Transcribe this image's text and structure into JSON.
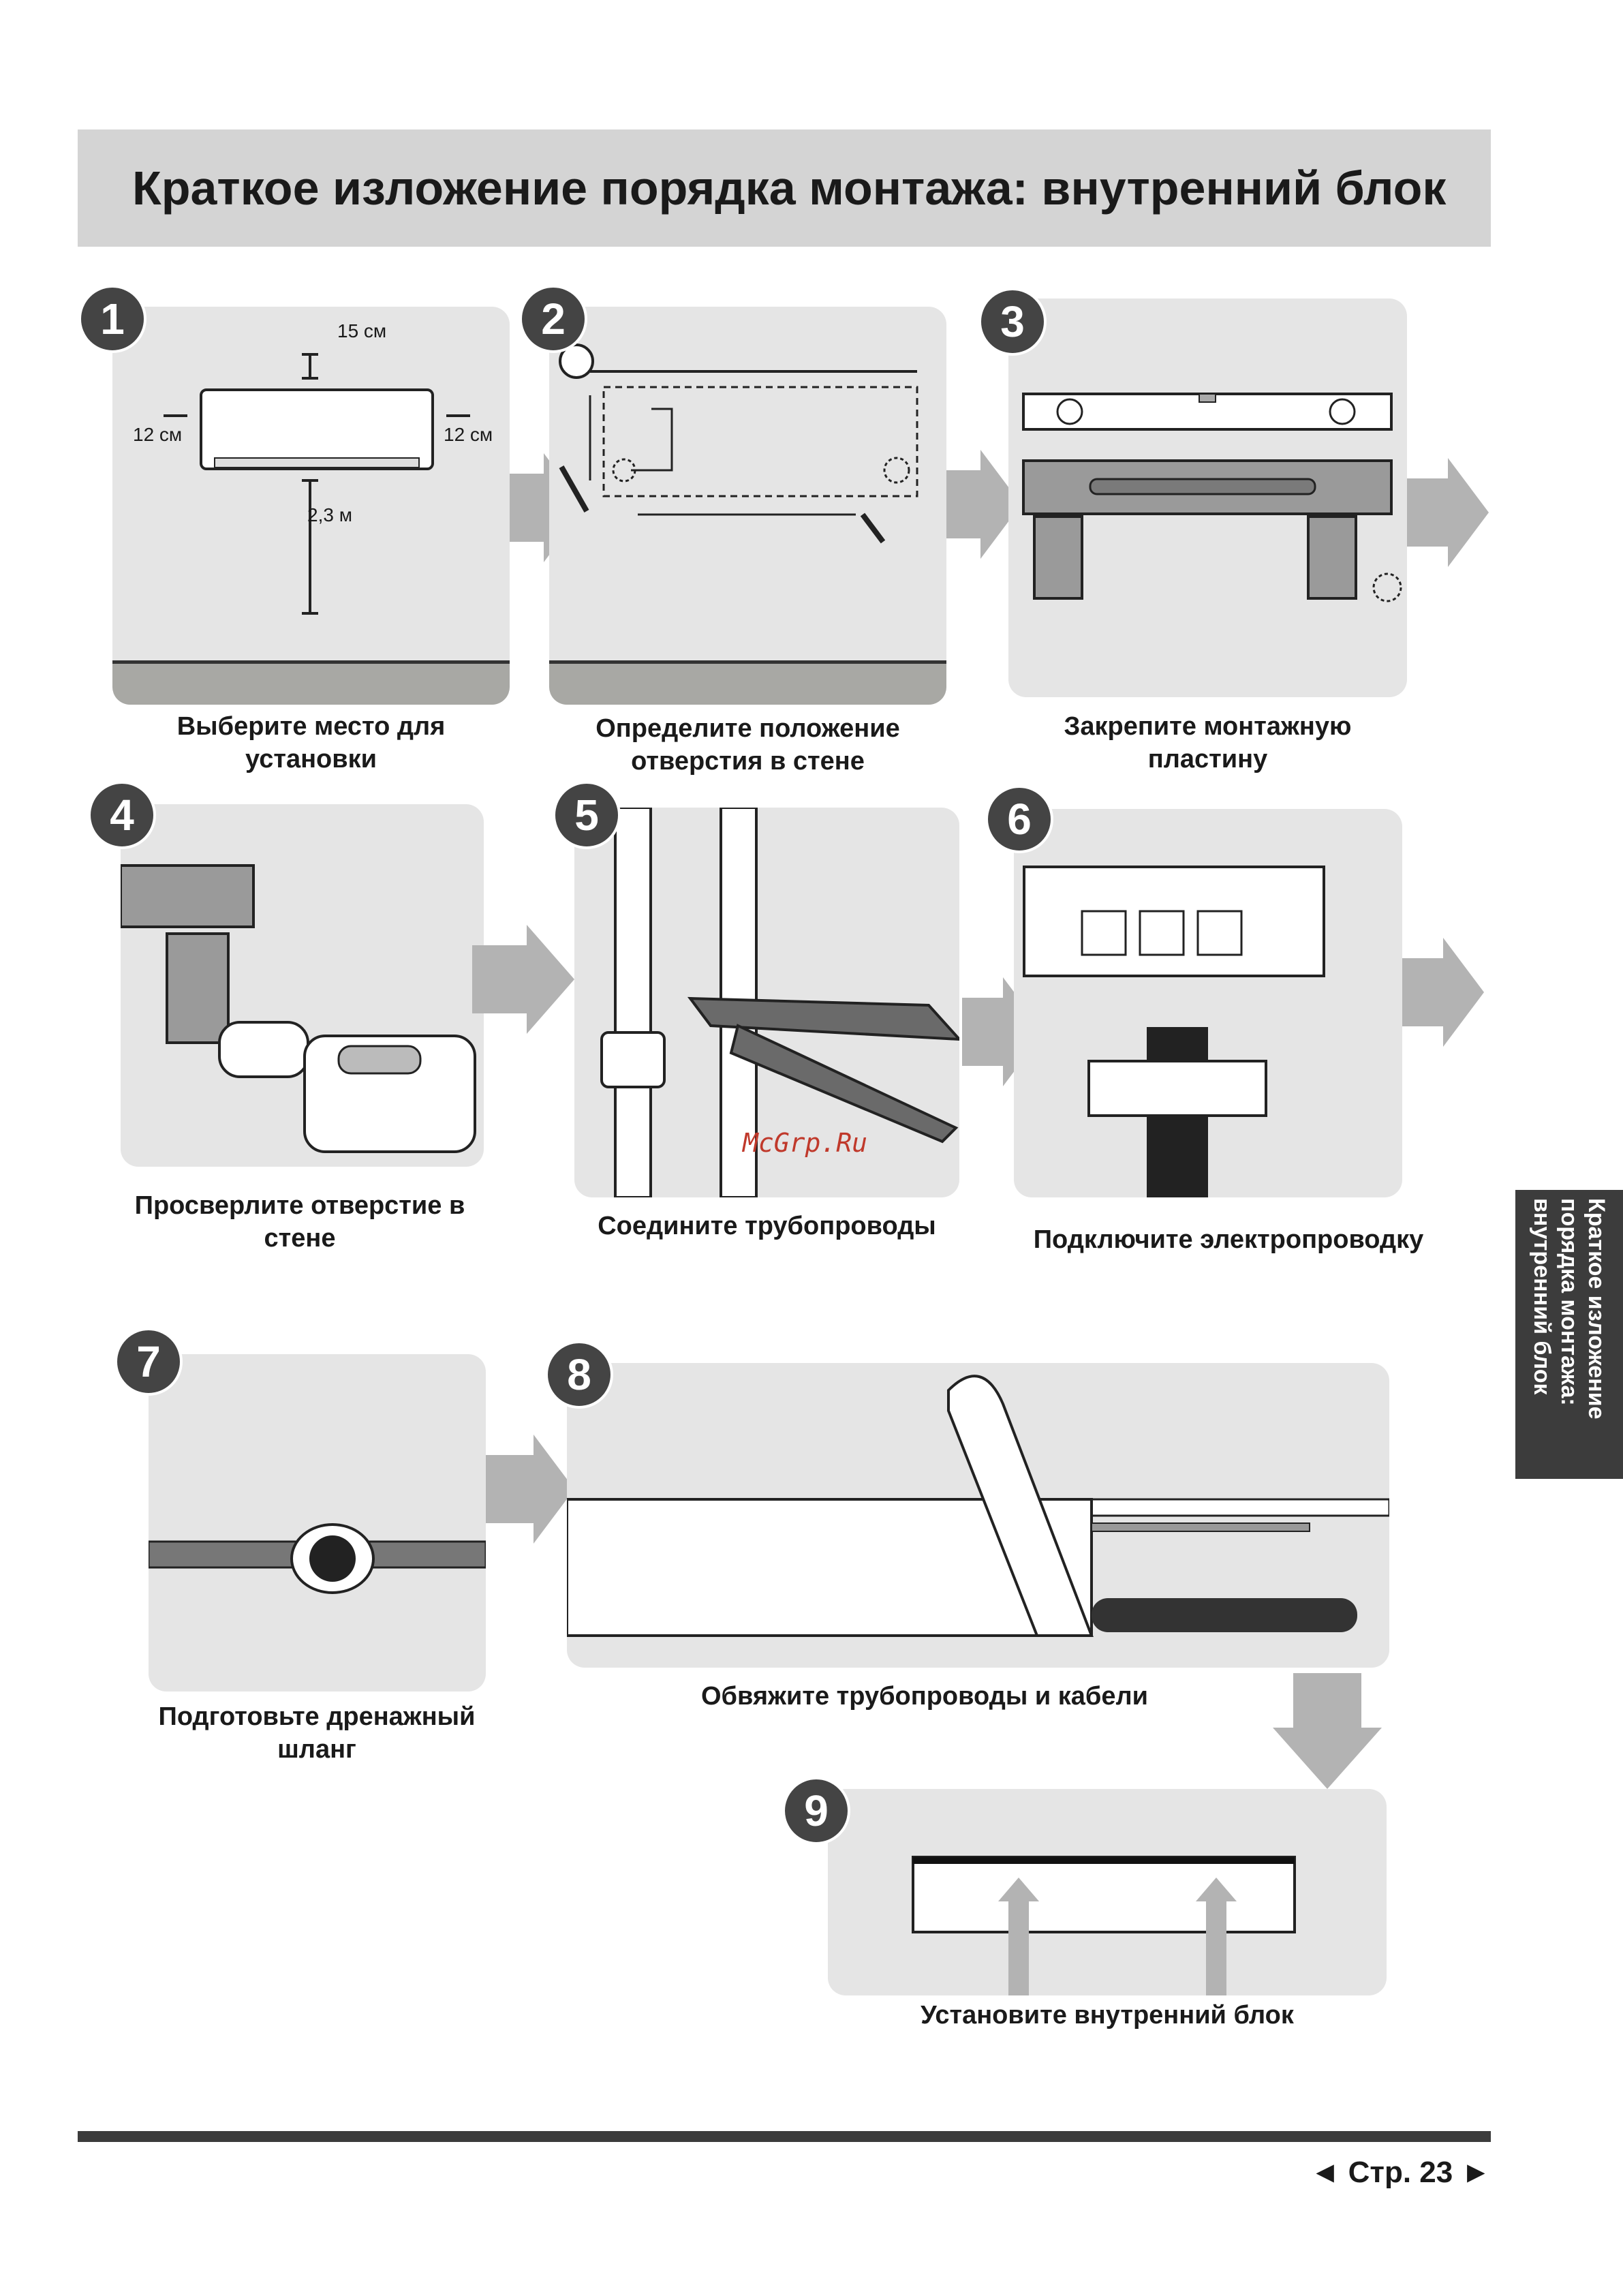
{
  "title": "Краткое изложение порядка монтажа: внутренний блок",
  "steps": [
    {
      "number": "1",
      "caption": "Выберите место для установки",
      "dims": {
        "top": "15 см",
        "left": "12 см",
        "right": "12 см",
        "bottom": "2,3 м"
      }
    },
    {
      "number": "2",
      "caption": "Определите положение отверстия в стене"
    },
    {
      "number": "3",
      "caption": "Закрепите монтажную пластину"
    },
    {
      "number": "4",
      "caption": "Просверлите отверстие в стене"
    },
    {
      "number": "5",
      "caption": "Соедините трубопроводы"
    },
    {
      "number": "6",
      "caption": "Подключите электропроводку"
    },
    {
      "number": "7",
      "caption": "Подготовьте дренажный шланг"
    },
    {
      "number": "8",
      "caption": "Обвяжите трубопроводы и кабели"
    },
    {
      "number": "9",
      "caption": "Установите внутренний блок"
    }
  ],
  "side_tab": "Краткое изложение порядка монтажа: внутренний блок",
  "watermark": "McGrp.Ru",
  "page": "◄ Стр. 23 ►",
  "colors": {
    "band": "#d4d4d4",
    "panel": "#e5e5e5",
    "badge": "#444444",
    "arrow": "#b3b3b3",
    "tab": "#3c3c3c"
  }
}
